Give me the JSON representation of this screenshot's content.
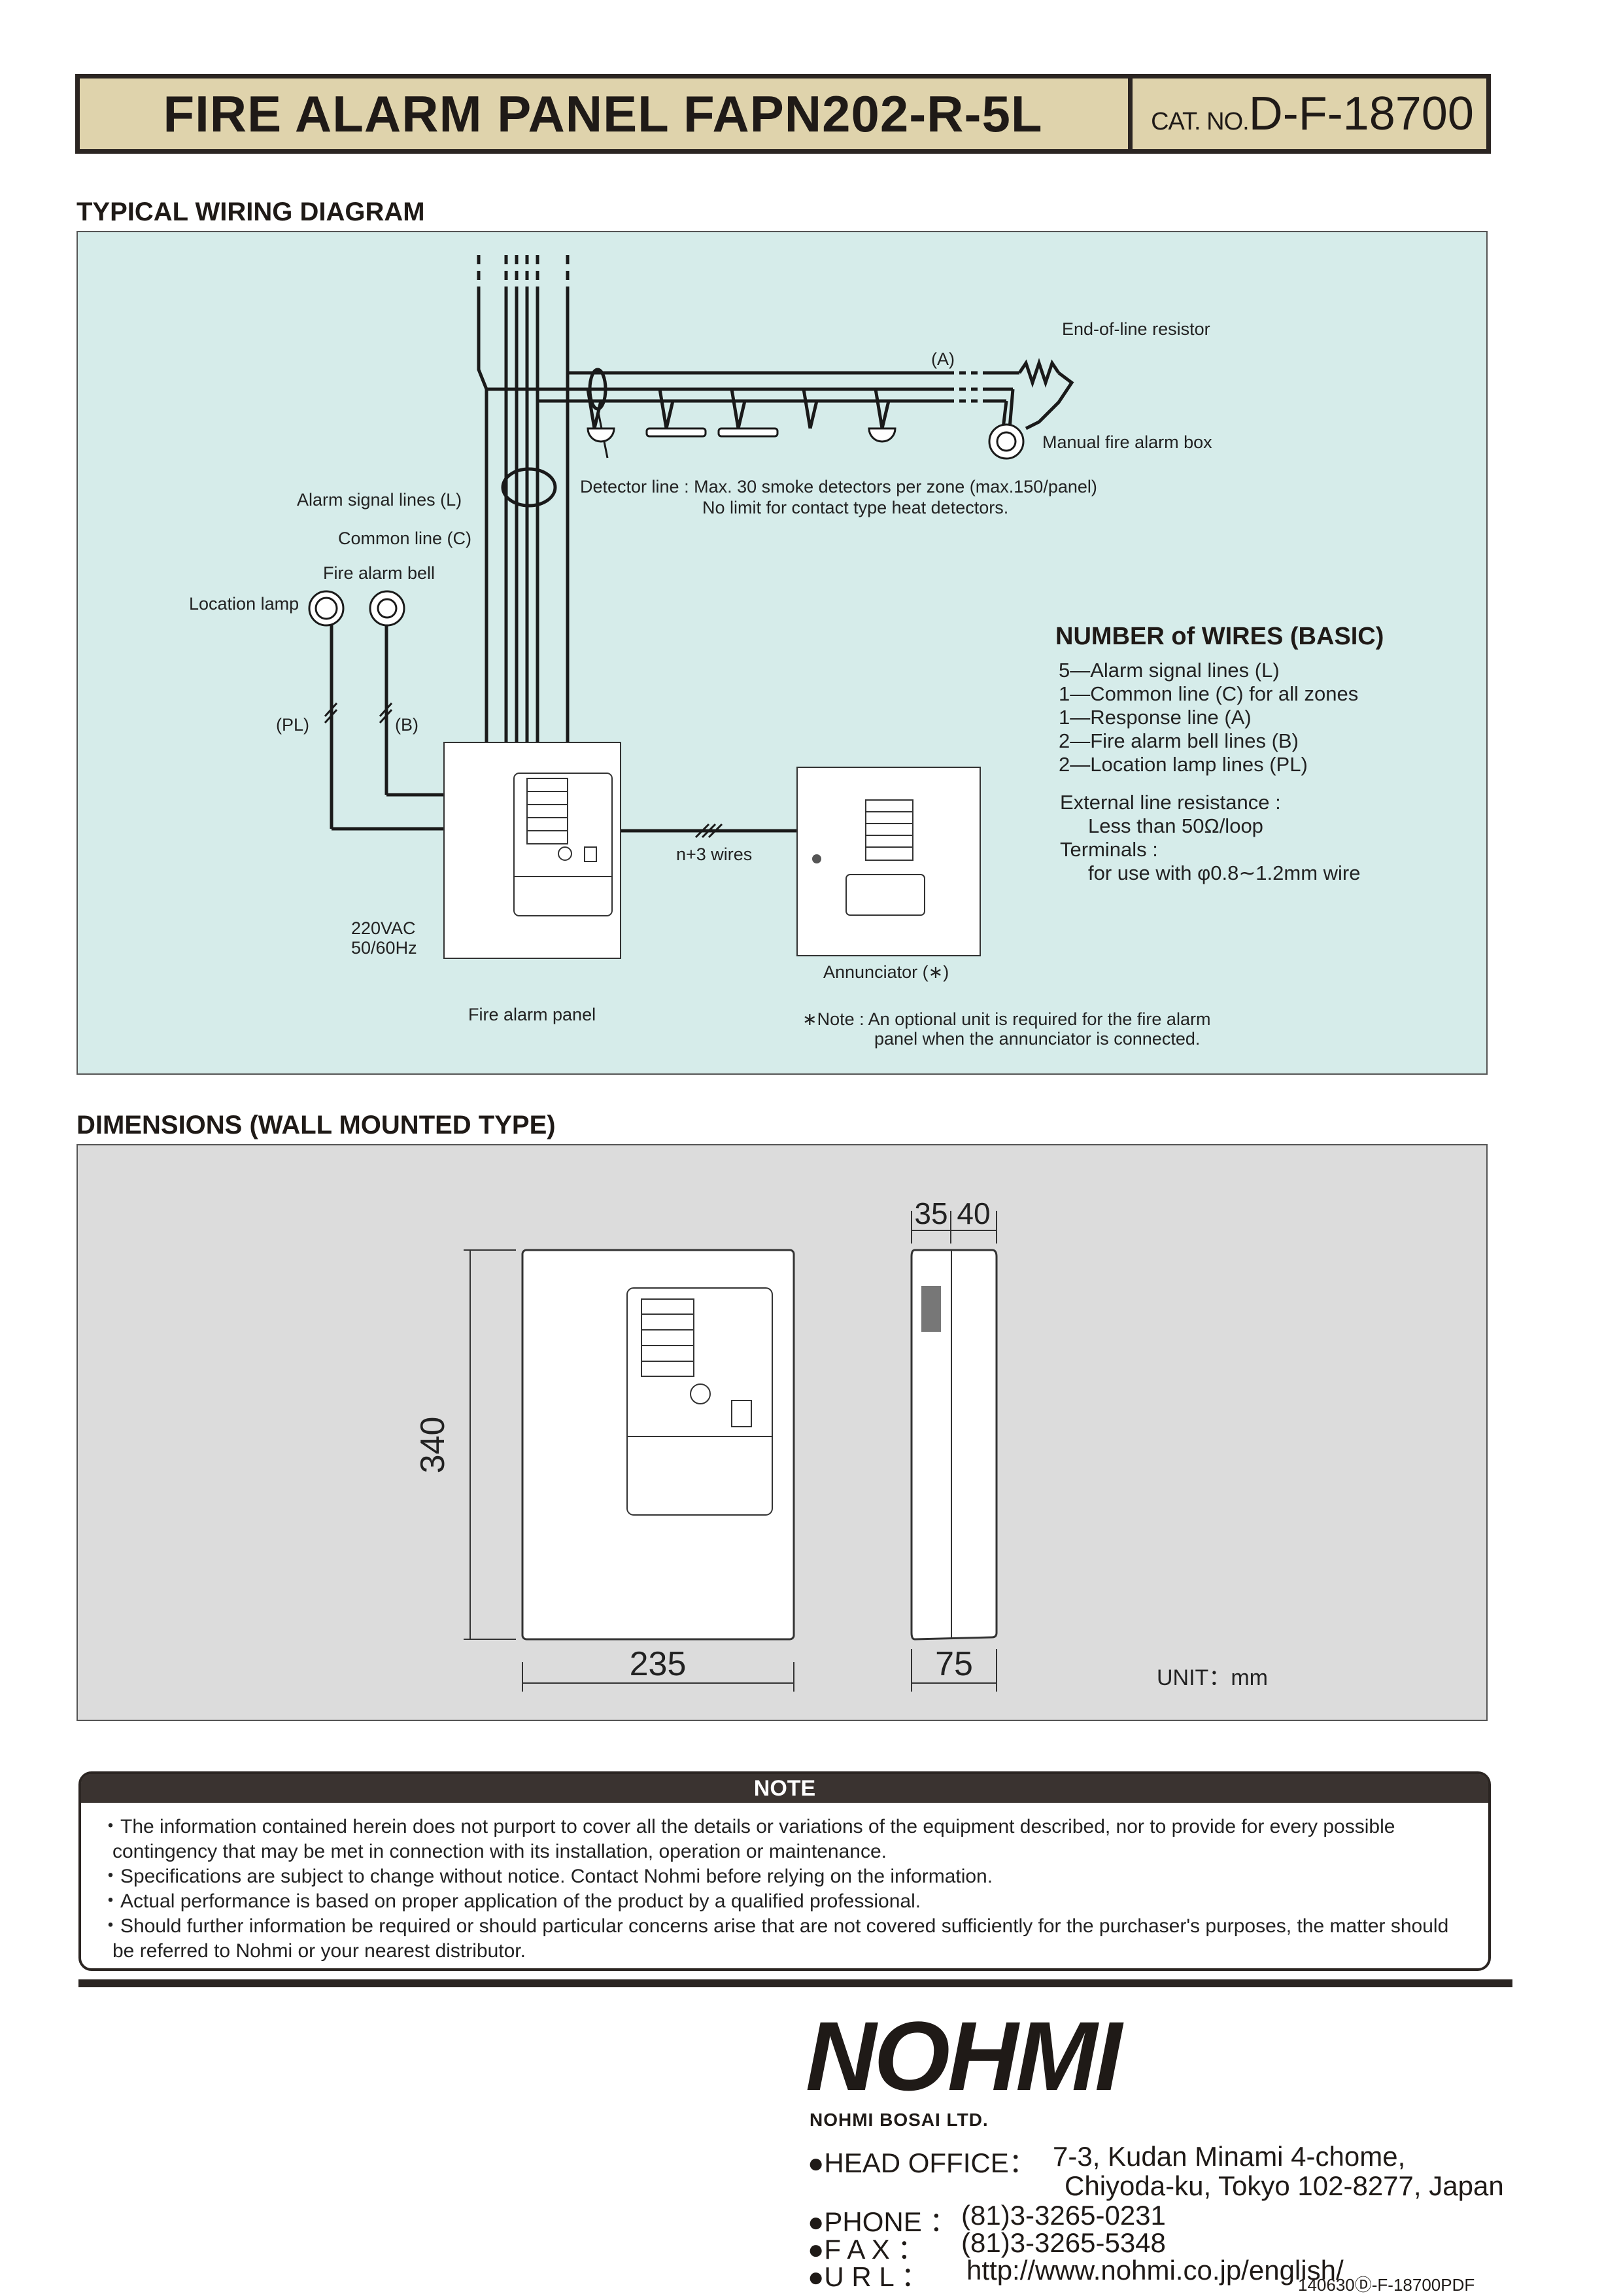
{
  "header": {
    "title": "FIRE ALARM PANEL FAPN202-R-5L",
    "cat_prefix": "CAT. NO.",
    "cat_number": "D-F-18700"
  },
  "wiring": {
    "section_title": "TYPICAL WIRING DIAGRAM",
    "end_of_line": "End-of-line resistor",
    "line_a": "(A)",
    "manual_box": "Manual fire alarm box",
    "alarm_lines": "Alarm signal lines (L)",
    "common_line": "Common line (C)",
    "detector_line_1": "Detector line : Max. 30 smoke detectors per zone (max.150/panel)",
    "detector_line_2": "No limit for contact type heat detectors.",
    "fire_bell": "Fire alarm bell",
    "location_lamp": "Location lamp",
    "pl": "(PL)",
    "b": "(B)",
    "wires": "n+3 wires",
    "power_1": "220VAC",
    "power_2": "50/60Hz",
    "panel_label": "Fire alarm panel",
    "annunciator": "Annunciator (∗)",
    "note_1": "∗Note : An optional unit is required for the fire alarm",
    "note_2": "panel when the annunciator is connected.",
    "wires_title": "NUMBER of WIRES (BASIC)",
    "wires_list": [
      "5—Alarm signal lines (L)",
      "1—Common line (C) for all zones",
      "1—Response line (A)",
      "2—Fire alarm bell lines (B)",
      "2—Location lamp lines (PL)"
    ],
    "ext_1": "External line resistance :",
    "ext_2": "Less than 50Ω/loop",
    "term_1": "Terminals :",
    "term_2": "for use with φ0.8∼1.2mm wire"
  },
  "dimensions": {
    "section_title": "DIMENSIONS (WALL MOUNTED TYPE)",
    "height": "340",
    "width": "235",
    "depth_a": "35",
    "depth_b": "40",
    "depth_total": "75",
    "unit": "UNIT：mm"
  },
  "note": {
    "heading": "NOTE",
    "items": [
      "・The information contained herein does not purport to cover all the details or variations of the equipment described, nor to provide for every possible contingency that may be met in connection with its installation, operation or maintenance.",
      "・Specifications are subject to change without notice. Contact Nohmi before relying on the information.",
      "・Actual performance is based on proper application of the product by a qualified professional.",
      "・Should further information be required or should particular concerns arise that are not covered sufficiently for the purchaser's purposes, the matter should be referred to Nohmi or your nearest distributor."
    ]
  },
  "footer": {
    "logo": "NOHMI",
    "company": "NOHMI BOSAI LTD.",
    "head_office_label": "●HEAD OFFICE：",
    "head_office_1": "7-3, Kudan Minami 4-chome,",
    "head_office_2": "Chiyoda-ku, Tokyo 102-8277, Japan",
    "phone_label": "●PHONE ：",
    "phone": "(81)3-3265-0231",
    "fax_label": "●F A X ：",
    "fax": "(81)3-3265-5348",
    "url_label": "●U R L ：",
    "url": "http://www.nohmi.co.jp/english/",
    "code": "140630Ⓓ-F-18700PDF"
  },
  "colors": {
    "header_bg": "#dfd3ac",
    "wiring_bg": "#d6ecea",
    "dimension_bg": "#dcdcdc"
  }
}
